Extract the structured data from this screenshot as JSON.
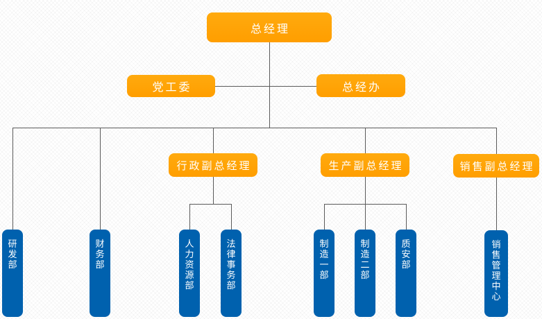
{
  "diagram": {
    "type": "org-chart",
    "root": {
      "label": "总经理"
    },
    "staff_nodes": [
      {
        "label": "党工委"
      },
      {
        "label": "总经办"
      }
    ],
    "deputy_nodes": [
      {
        "label": "行政副总经理"
      },
      {
        "label": "生产副总经理"
      },
      {
        "label": "销售副总经理"
      }
    ],
    "department_nodes": [
      {
        "label": "研发部",
        "parent": "总经理"
      },
      {
        "label": "财务部",
        "parent": "总经理"
      },
      {
        "label": "人力资源部",
        "parent": "行政副总经理"
      },
      {
        "label": "法律事务部",
        "parent": "行政副总经理"
      },
      {
        "label": "制造一部",
        "parent": "生产副总经理"
      },
      {
        "label": "制造二部",
        "parent": "生产副总经理"
      },
      {
        "label": "质安部",
        "parent": "生产副总经理"
      },
      {
        "label": "销售管理中心",
        "parent": "销售副总经理"
      }
    ],
    "colors": {
      "manager_node": "#FFA200",
      "department_node": "#0061AE",
      "connector": "#5A5A5A",
      "node_text": "#FFFFFF"
    }
  }
}
